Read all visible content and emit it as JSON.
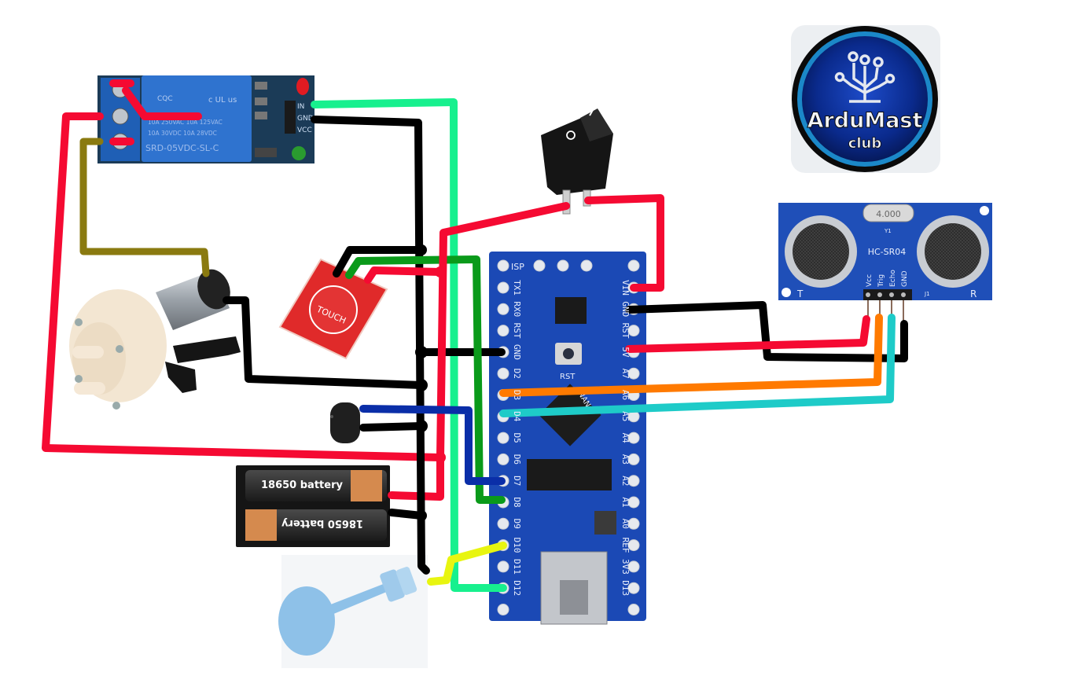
{
  "diagram": {
    "title": "Arduino Nano automatic water pump wiring",
    "components": {
      "relay": {
        "name": "1-channel relay module",
        "model_text": "SRD-05VDC-SL-C",
        "rating_lines": [
          "10A 250VAC 10A 125VAC",
          "10A 30VDC 10A 28VDC"
        ],
        "logo_text": "CQC",
        "ul_text": "c UL us",
        "pins": [
          "IN",
          "GND",
          "VCC"
        ]
      },
      "switch": {
        "name": "rocker switch",
        "off_symbol": "O",
        "on_symbol": "I"
      },
      "pump": {
        "name": "DC water pump"
      },
      "touch": {
        "name": "touch sensor",
        "label": "TOUCH"
      },
      "buzzer": {
        "name": "buzzer"
      },
      "battery": {
        "name": "battery holder",
        "cell_top": "18650 battery",
        "cell_bottom": "18650 battery"
      },
      "float": {
        "name": "float level switch"
      },
      "nano": {
        "name": "Arduino Nano",
        "left_pins": [
          "TX1",
          "RX0",
          "RST",
          "GND",
          "D2",
          "D3",
          "D4",
          "D5",
          "D6",
          "D7",
          "D8",
          "D9",
          "D10",
          "D11",
          "D12"
        ],
        "right_pins": [
          "VIN",
          "GND",
          "RST",
          "5V",
          "A7",
          "A6",
          "A5",
          "A4",
          "A3",
          "A2",
          "A1",
          "A0",
          "REF",
          "3V3",
          "D13"
        ],
        "top_label": "ISP",
        "reset_label": "RST",
        "chip_text": "NANO"
      },
      "ultrasonic": {
        "name": "ultrasonic sensor",
        "model": "HC-SR04",
        "crystal": "4.000",
        "crystal_ref": "Y1",
        "connector_ref": "J1",
        "left_mark": "T",
        "right_mark": "R",
        "pins": [
          "Vcc",
          "Trig",
          "Echo",
          "GND"
        ]
      },
      "logo": {
        "title": "ArduMast",
        "subtitle": "club"
      }
    },
    "wire_colors": {
      "power": "#f50a32",
      "ground": "#000000",
      "relay_signal": "#17f08e",
      "touch_signal": "#0a9a1a",
      "buzzer_signal": "#0a2ea8",
      "float_signal": "#e8f510",
      "trig": "#ff7a00",
      "echo": "#1ecbc8",
      "pump_power": "#8a7a10"
    },
    "connections": [
      {
        "from": "relay.IN",
        "to": "nano.D12",
        "color": "relay_signal"
      },
      {
        "from": "relay.GND",
        "to": "ground_bus",
        "color": "ground"
      },
      {
        "from": "relay.COM",
        "to": "battery.+",
        "color": "power"
      },
      {
        "from": "relay.NO",
        "to": "pump.+",
        "color": "pump_power"
      },
      {
        "from": "pump.-",
        "to": "ground_bus",
        "color": "ground"
      },
      {
        "from": "touch.GND",
        "to": "ground_bus",
        "color": "ground"
      },
      {
        "from": "touch.SIG",
        "to": "nano.D8",
        "color": "touch_signal"
      },
      {
        "from": "touch.VCC",
        "to": "power_bus",
        "color": "power"
      },
      {
        "from": "switch",
        "to": "nano.VIN",
        "color": "power"
      },
      {
        "from": "buzzer.+",
        "to": "nano.D7",
        "color": "buzzer_signal"
      },
      {
        "from": "buzzer.-",
        "to": "ground_bus",
        "color": "ground"
      },
      {
        "from": "float",
        "to": "nano.D10",
        "color": "float_signal"
      },
      {
        "from": "ultrasonic.Vcc",
        "to": "nano.5V",
        "color": "power"
      },
      {
        "from": "ultrasonic.GND",
        "to": "nano.GND",
        "color": "ground"
      },
      {
        "from": "ultrasonic.Trig",
        "to": "nano.D3",
        "color": "trig"
      },
      {
        "from": "ultrasonic.Echo",
        "to": "nano.D4",
        "color": "echo"
      }
    ]
  }
}
